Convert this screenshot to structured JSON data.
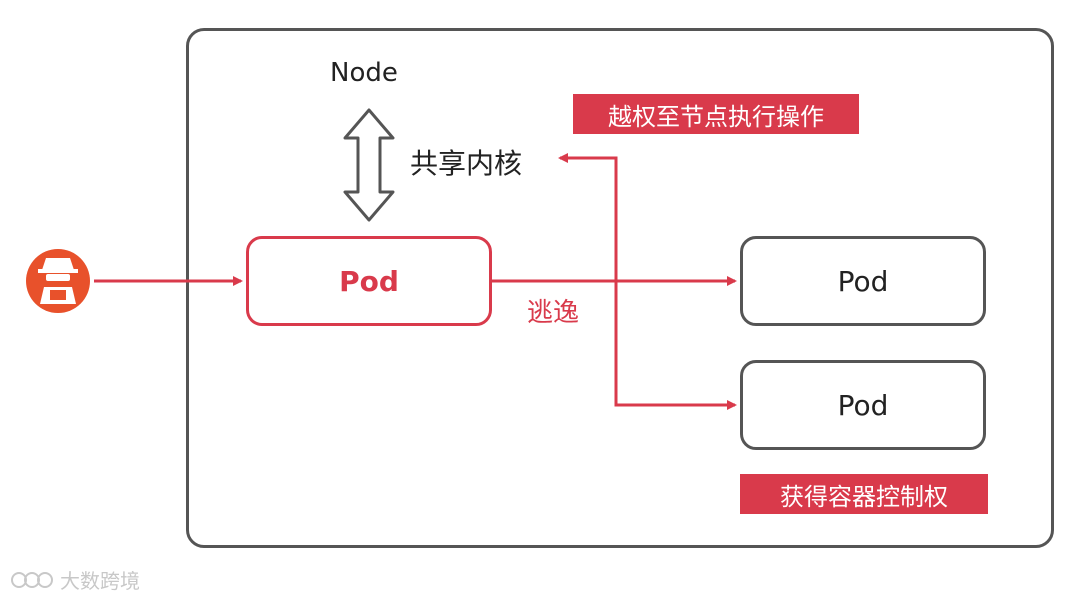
{
  "node": {
    "label": "Node"
  },
  "kernel": {
    "label": "共享内核"
  },
  "tags": {
    "escalate": "越权至节点执行操作",
    "control": "获得容器控制权"
  },
  "pods": {
    "attacker": "Pod",
    "target_1": "Pod",
    "target_2": "Pod"
  },
  "edges": {
    "escape": "逃逸"
  },
  "watermark": {
    "text": "大数跨境"
  },
  "colors": {
    "accent": "#d93a4b",
    "attacker_icon": "#e8512b",
    "frame": "#555555",
    "kernel_arrow": "#555555"
  },
  "icons": {
    "attacker": "hacker-icon",
    "kernel_link": "double-arrow-icon",
    "watermark": "logo-icon"
  }
}
